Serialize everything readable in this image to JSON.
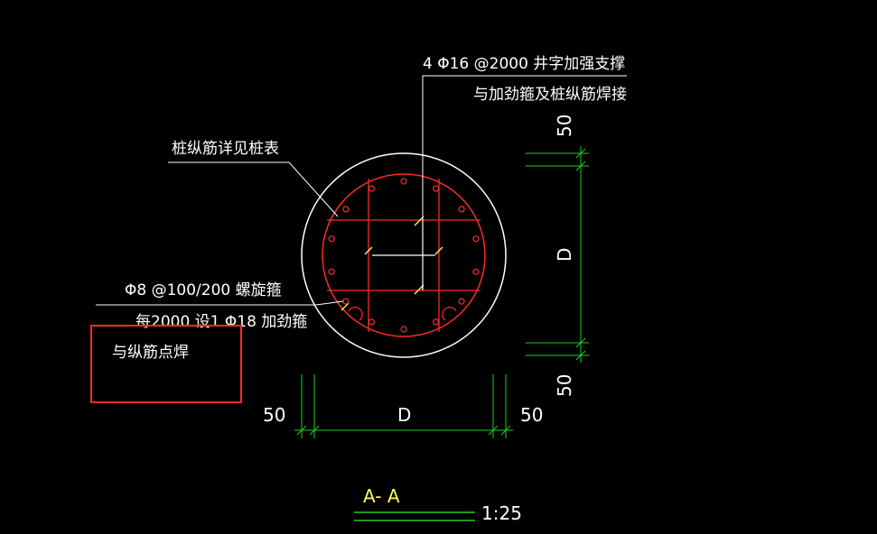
{
  "annotations": {
    "top_line1": "4 Φ16 @2000 井字加强支撑",
    "top_line2": "与加劲箍及桩纵筋焊接",
    "left_longitudinal": "桩纵筋详见桩表",
    "spiral_line1": "Φ8 @100/200 螺旋箍",
    "spiral_line2": "每2000 设1 Φ18 加劲箍",
    "spiral_line3": "与纵筋点焊"
  },
  "dimensions": {
    "top_cover": "50",
    "vertical_d": "D",
    "bottom_cover": "50",
    "left_cover": "50",
    "horizontal_d": "D",
    "right_cover": "50"
  },
  "section": {
    "label": "A- A",
    "scale": "1:25"
  },
  "colors": {
    "background": "#000000",
    "text": "#ffffff",
    "outline": "#ffffff",
    "rebar": "#ff2a2a",
    "dimension": "#22cc22",
    "weld": "#ffff55",
    "highlight_box": "#ff2a2a"
  }
}
